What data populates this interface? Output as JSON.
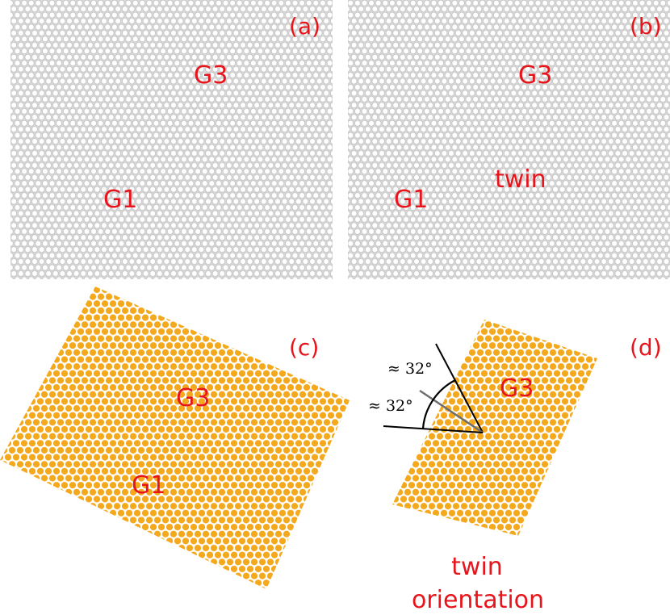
{
  "colors": {
    "lattice_atom": "#ffffff",
    "lattice_outline": "#bdbdbd",
    "panel_background": "#d8d8d8",
    "boundary_atom": "#0b0b0b",
    "twin_atom": "#2f3ad8",
    "rotated_atom": "#f4a81c",
    "label_red": "#e8141b",
    "angle_gray": "#6e6e6e"
  },
  "panels": [
    {
      "id": "a",
      "label": "(a)",
      "grain_labels": [
        "G3",
        "G1"
      ]
    },
    {
      "id": "b",
      "label": "(b)",
      "grain_labels": [
        "G3",
        "G1",
        "twin"
      ]
    },
    {
      "id": "c",
      "label": "(c)",
      "grain_labels": [
        "G3",
        "G1"
      ]
    },
    {
      "id": "d",
      "label": "(d)",
      "grain_labels": [
        "G3"
      ],
      "angle_labels": [
        "≈ 32°",
        "≈ 32°"
      ],
      "caption_lines": [
        "twin",
        "orientation"
      ]
    }
  ]
}
